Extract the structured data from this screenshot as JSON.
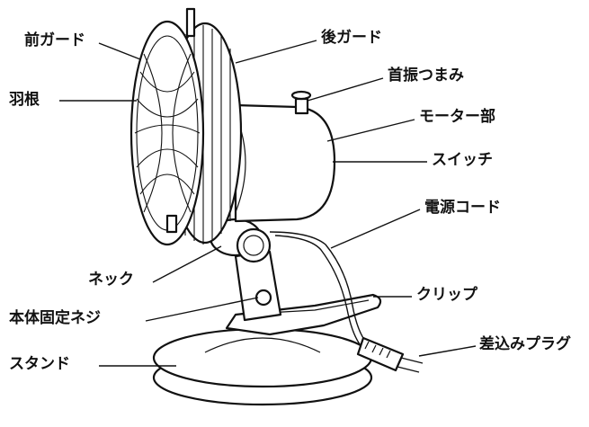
{
  "labels": {
    "front_guard": "前ガード",
    "blade": "羽根",
    "rear_guard": "後ガード",
    "oscillation_knob": "首振つまみ",
    "motor": "モーター部",
    "switch": "スイッチ",
    "power_cord": "電源コード",
    "neck": "ネック",
    "body_screw": "本体固定ネジ",
    "clip": "クリップ",
    "plug": "差込みプラグ",
    "stand": "スタンド"
  }
}
